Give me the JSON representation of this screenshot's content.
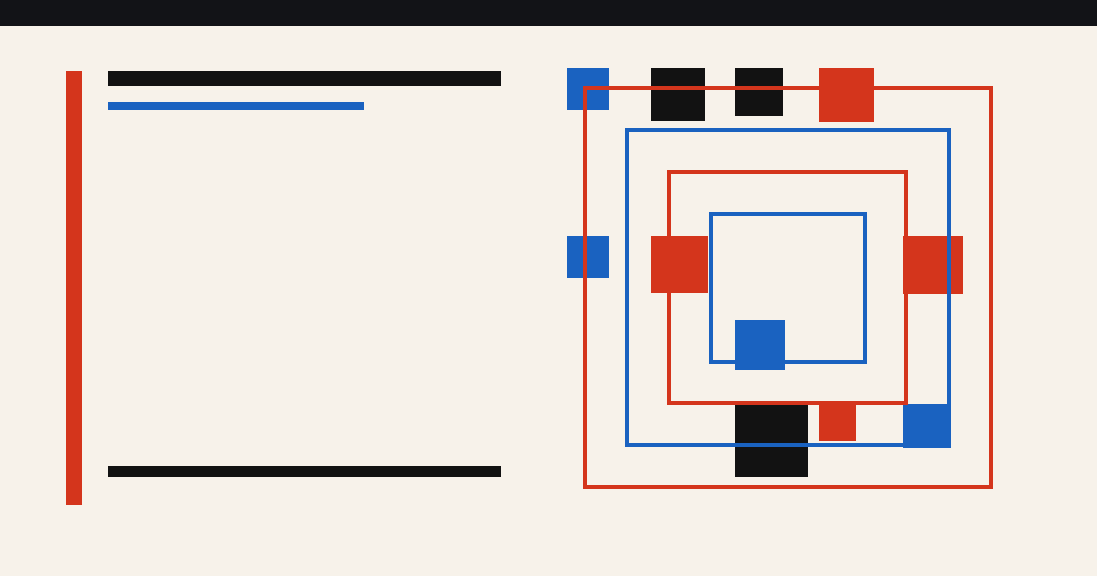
{
  "colors": {
    "background": "#f7f2ea",
    "topbar": "#121317",
    "red": "#d4351c",
    "blue": "#1a62c0",
    "black": "#121212"
  },
  "layout_elements": {
    "topbar": "dark-strip",
    "accent_bar": "red-vertical-bar",
    "rules": [
      "black-rule",
      "blue-rule",
      "black-rule"
    ]
  },
  "composition": {
    "style": "geometric-abstract",
    "frames": [
      {
        "color": "red"
      },
      {
        "color": "blue"
      },
      {
        "color": "red"
      },
      {
        "color": "blue"
      }
    ],
    "blocks": [
      {
        "color": "blue"
      },
      {
        "color": "black"
      },
      {
        "color": "black"
      },
      {
        "color": "red"
      },
      {
        "color": "blue"
      },
      {
        "color": "red"
      },
      {
        "color": "red"
      },
      {
        "color": "blue"
      },
      {
        "color": "black"
      },
      {
        "color": "red"
      },
      {
        "color": "blue"
      }
    ]
  }
}
